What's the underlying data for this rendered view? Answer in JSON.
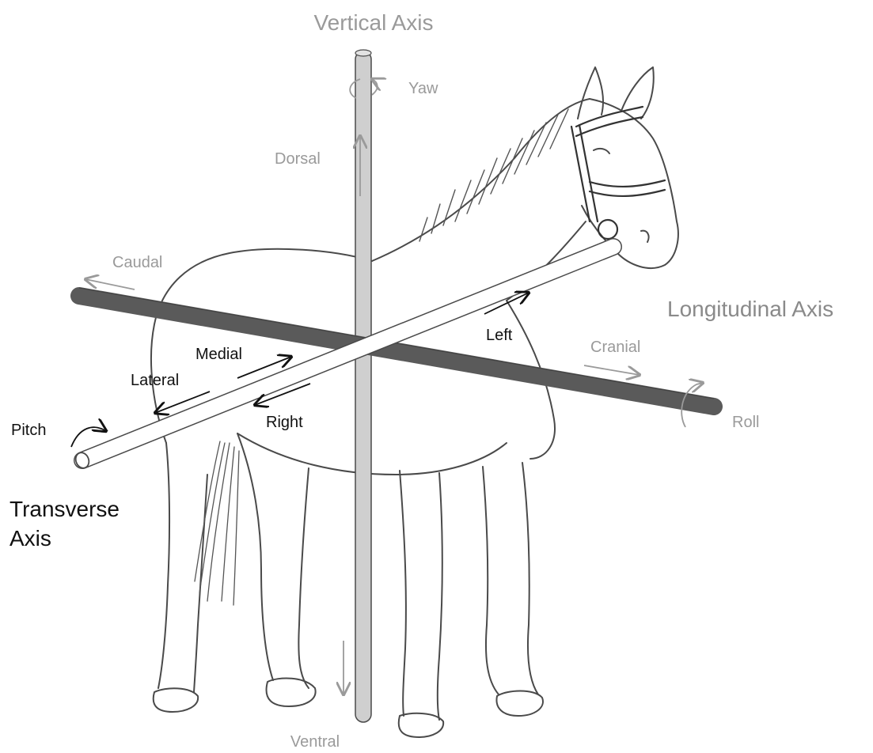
{
  "axes": {
    "vertical": {
      "title": "Vertical Axis",
      "rotation": "Yaw",
      "positive_direction": "Dorsal",
      "negative_direction": "Ventral"
    },
    "longitudinal": {
      "title": "Longitudinal Axis",
      "rotation": "Roll",
      "positive_direction": "Cranial",
      "negative_direction": "Caudal"
    },
    "transverse": {
      "title_line1": "Transverse",
      "title_line2": "Axis",
      "rotation": "Pitch",
      "directions": {
        "left": "Left",
        "right": "Right",
        "medial": "Medial",
        "lateral": "Lateral"
      }
    }
  },
  "colors": {
    "vertical_rod": "#cfcfcf",
    "longitudinal_rod": "#5a5a5a",
    "transverse_rod": "#ffffff",
    "outline": "#4a4a4a",
    "label_gray": "#9a9a9a",
    "label_black": "#111111"
  }
}
